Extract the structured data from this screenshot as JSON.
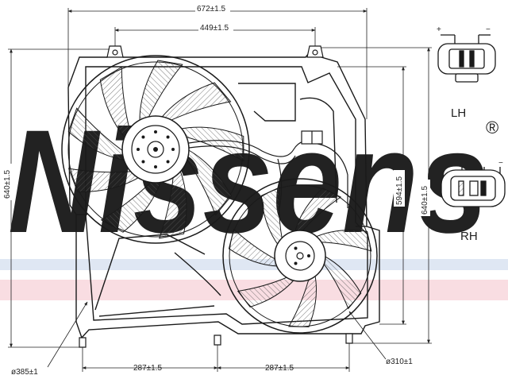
{
  "watermark": {
    "brand": "Nissens",
    "reg_mark": "®",
    "colors": {
      "blue": "#cfdcee",
      "pink": "#f7d6dc"
    }
  },
  "dimensions": {
    "overall_width": "672±1.5",
    "mount_spacing": "449±1.5",
    "overall_height_left": "640±1.5",
    "inner_height": "594±1.5",
    "overall_height_right": "640±1.5",
    "left_fan_diameter": "ø385±1",
    "right_fan_diameter": "ø310±1",
    "bottom_left_span": "287±1.5",
    "bottom_right_span": "287±1.5"
  },
  "connectors": {
    "lh": {
      "label": "LH",
      "plus": "+",
      "minus": "−"
    },
    "rh": {
      "label": "RH",
      "plus": "+",
      "minus": "−"
    }
  },
  "colors": {
    "line": "#1a1a1a",
    "hatch": "#555555"
  }
}
